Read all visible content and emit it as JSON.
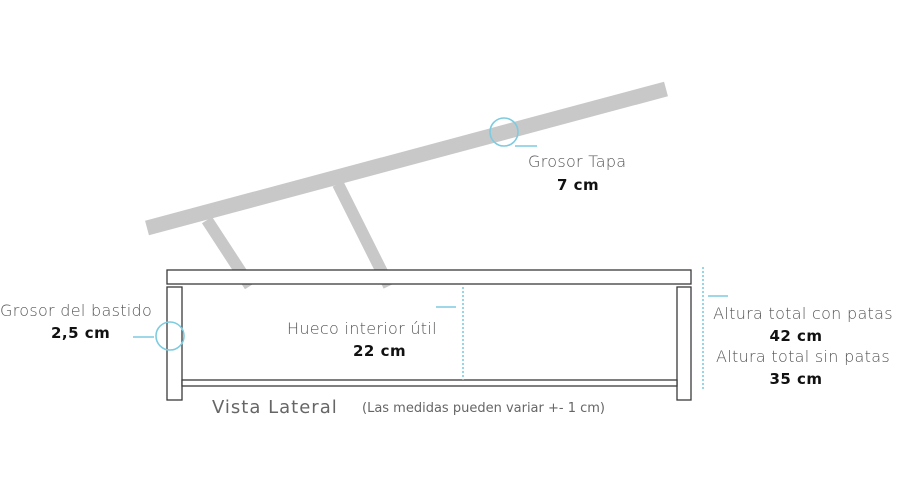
{
  "labels": {
    "lid_thickness_label": "Grosor Tapa",
    "lid_thickness_value": "7 cm",
    "frame_thickness_label": "Grosor del bastido",
    "frame_thickness_value": "2,5 cm",
    "interior_space_label": "Hueco interior útil",
    "interior_space_value": "22 cm",
    "total_height_legs_label": "Altura total con patas",
    "total_height_legs_value": "42 cm",
    "total_height_nolegs_label": "Altura total sin patas",
    "total_height_nolegs_value": "35 cm"
  },
  "caption": {
    "title": "Vista Lateral",
    "note": "(Las medidas pueden variar +- 1 cm)"
  },
  "colors": {
    "lid": "#c8c8c8",
    "outline": "#3a3a3a",
    "accent": "#7ecbe0",
    "text": "#555555",
    "value_text": "#111111"
  }
}
